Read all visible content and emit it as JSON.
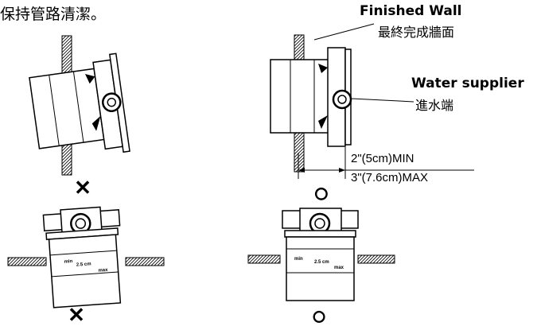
{
  "intro_text": "保持管路清潔。",
  "labels": {
    "finished_wall_en": "Finished Wall",
    "finished_wall_zh": "最終完成牆面",
    "water_supplier_en": "Water supplier",
    "water_supplier_zh": "進水端",
    "depth_min": "2\"(5cm)MIN",
    "depth_max": "3\"(7.6cm)MAX"
  },
  "views": {
    "ruler_min": "min",
    "ruler_mid": "2.5 cm",
    "ruler_max": "max"
  },
  "marks": {
    "wrong": "✕",
    "right": "○"
  }
}
